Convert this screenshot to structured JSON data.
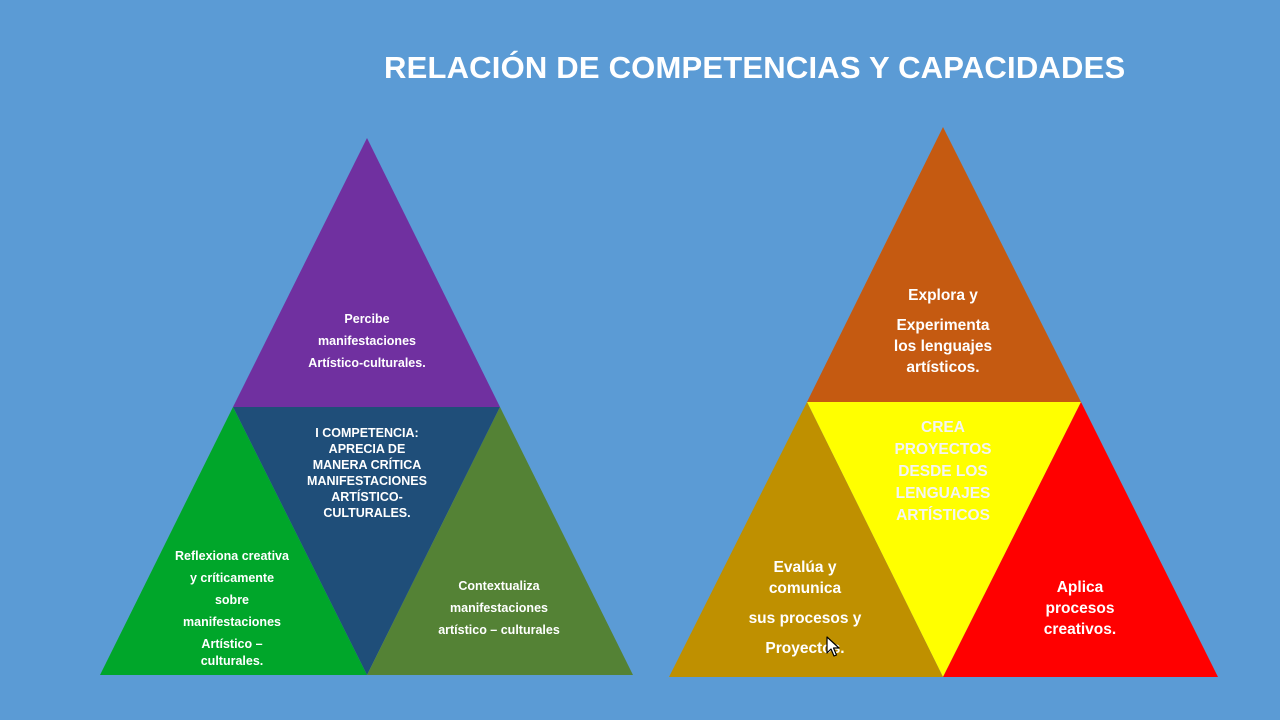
{
  "slide": {
    "title": "RELACIÓN DE COMPETENCIAS Y CAPACIDADES"
  },
  "left_diagram": {
    "top": {
      "lines": [
        "Percibe",
        "manifestaciones",
        "Artístico-culturales."
      ],
      "color": "#7030a0"
    },
    "center": {
      "lines": [
        "I COMPETENCIA:",
        "APRECIA DE",
        "MANERA CRÍTICA",
        "MANIFESTACIONES",
        "ARTÍSTICO-",
        "CULTURALES."
      ],
      "color": "#1f4e79"
    },
    "bottom_left": {
      "lines": [
        "Reflexiona creativa",
        "y críticamente",
        "sobre",
        "manifestaciones",
        "Artístico –",
        "culturales."
      ],
      "color": "#00a62a"
    },
    "bottom_right": {
      "lines": [
        "Contextualiza",
        "manifestaciones",
        "artístico – culturales"
      ],
      "color": "#548235"
    }
  },
  "right_diagram": {
    "top": {
      "lines": [
        "Explora y",
        "Experimenta",
        "los lenguajes",
        "artísticos."
      ],
      "color": "#c55a11"
    },
    "center": {
      "lines": [
        "CREA",
        "PROYECTOS",
        "DESDE LOS",
        "LENGUAJES",
        "ARTÍSTICOS"
      ],
      "color": "#ffff00"
    },
    "bottom_left": {
      "lines": [
        "Evalúa y",
        "comunica",
        "sus procesos y",
        "Proyectos."
      ],
      "color": "#bf9000"
    },
    "bottom_right": {
      "lines": [
        "Aplica",
        "procesos",
        "creativos."
      ],
      "color": "#ff0000"
    }
  }
}
